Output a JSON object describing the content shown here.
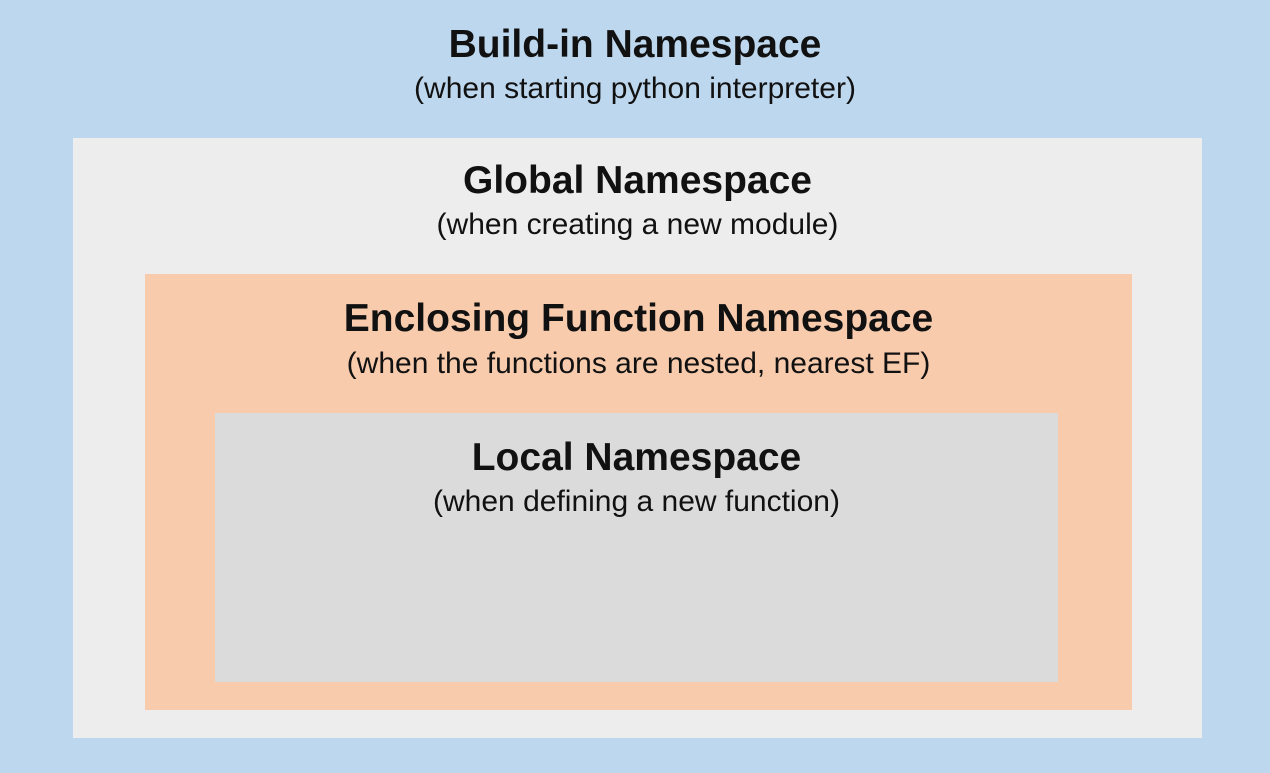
{
  "namespaces": {
    "builtin": {
      "title": "Build-in Namespace",
      "subtitle": "(when starting python interpreter)",
      "color": "#bdd7ee"
    },
    "global": {
      "title": "Global Namespace",
      "subtitle": "(when creating a new module)",
      "color": "#ededed"
    },
    "enclosing": {
      "title": "Enclosing Function Namespace",
      "subtitle": "(when the functions are nested, nearest EF)",
      "color": "#f8cbad"
    },
    "local": {
      "title": "Local Namespace",
      "subtitle": "(when defining a new function)",
      "color": "#dbdbdb"
    }
  }
}
